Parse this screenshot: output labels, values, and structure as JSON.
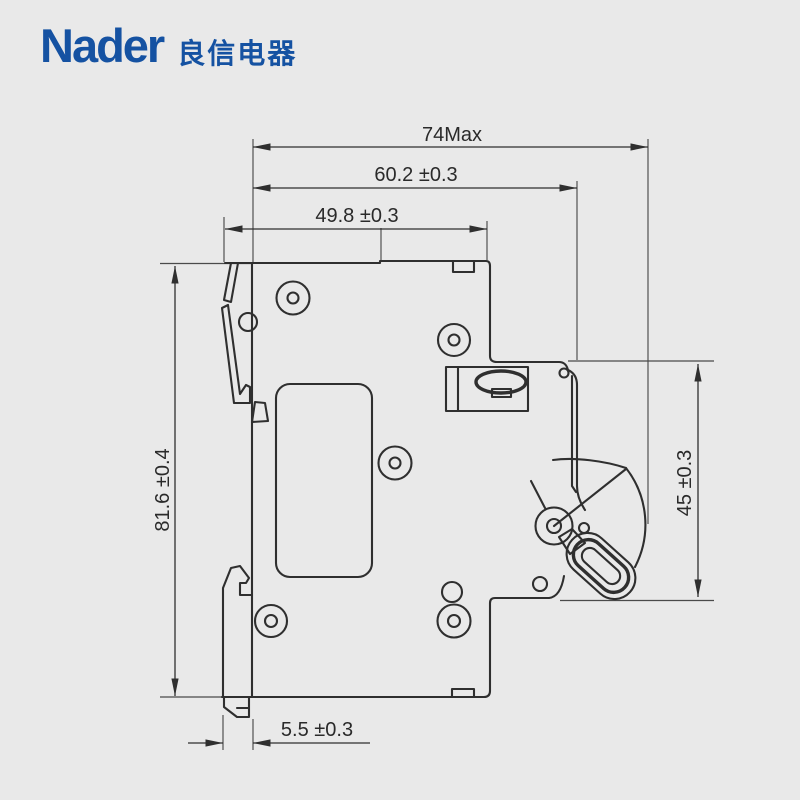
{
  "brand": {
    "name": "Nader",
    "name_cn": "良信电器"
  },
  "drawing": {
    "type": "technical dimension drawing, side view of miniature circuit breaker",
    "dimensions": {
      "overall_depth_max": "74Max",
      "depth_to_terminal": "60.2 ±0.3",
      "depth_front": "49.8 ±0.3",
      "height_overall": "81.6 ±0.4",
      "height_front_face": "45 ±0.3",
      "din_clip_offset": "5.5 ±0.3"
    }
  },
  "colors": {
    "background": "#e9e9e9",
    "line": "#2f2f2f",
    "brand_blue": "#1552a2"
  }
}
